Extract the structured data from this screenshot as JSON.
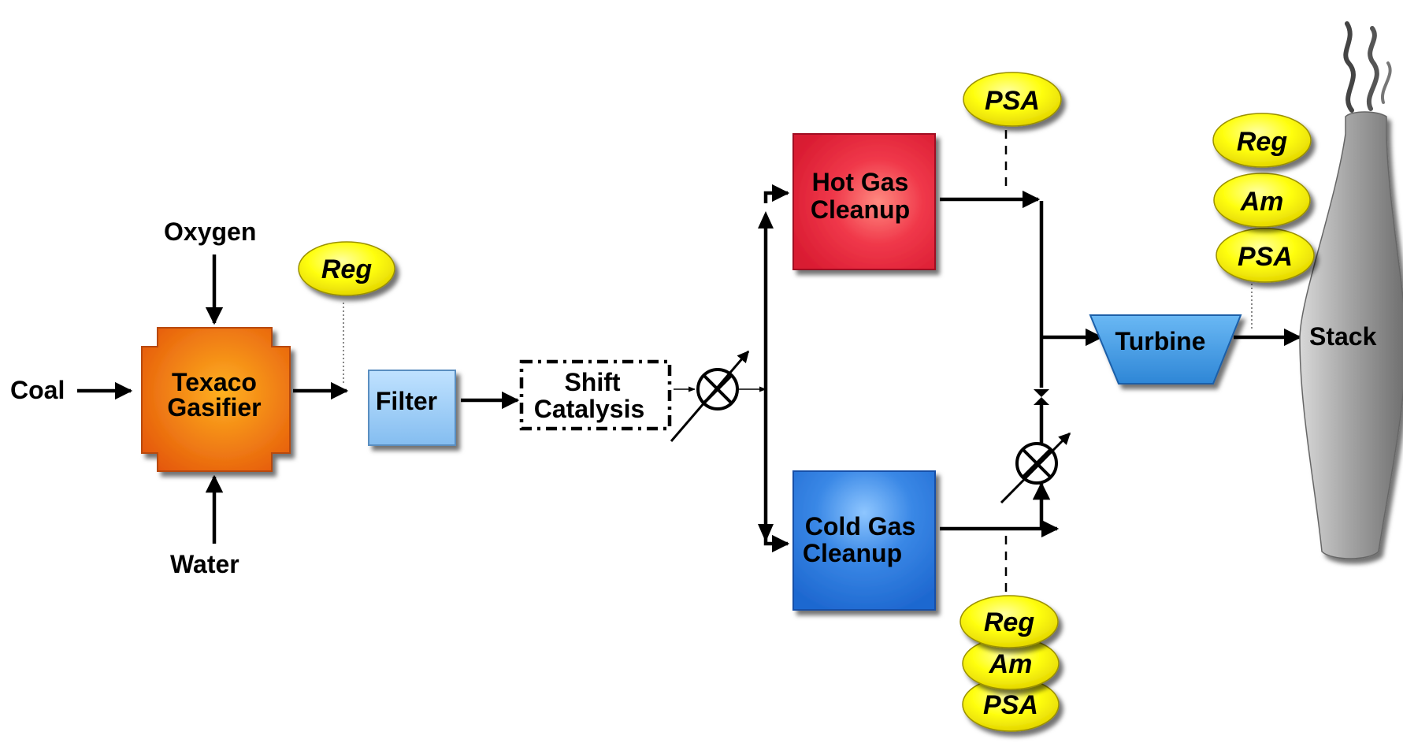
{
  "inputs": {
    "coal": "Coal",
    "oxygen": "Oxygen",
    "water": "Water"
  },
  "units": {
    "gasifier": [
      "Texaco",
      "Gasifier"
    ],
    "filter": "Filter",
    "shift": [
      "Shift",
      "Catalysis"
    ],
    "hot_gas": [
      "Hot Gas",
      "Cleanup"
    ],
    "cold_gas": [
      "Cold Gas",
      "Cleanup"
    ],
    "turbine": "Turbine",
    "stack": "Stack"
  },
  "tags": {
    "gasifier_reg": "Reg",
    "hot_psa": "PSA",
    "cold": [
      "Reg",
      "Am",
      "PSA"
    ],
    "stack": [
      "Reg",
      "Am",
      "PSA"
    ]
  },
  "colors": {
    "gasifier": "#ff7a10",
    "filter": "#9cccf4",
    "hot_gas": "#e8283a",
    "cold_gas": "#2f7de0",
    "turbine": "#4aa6ea",
    "stack": "#a8a8a8",
    "tag": "#ffff00"
  }
}
